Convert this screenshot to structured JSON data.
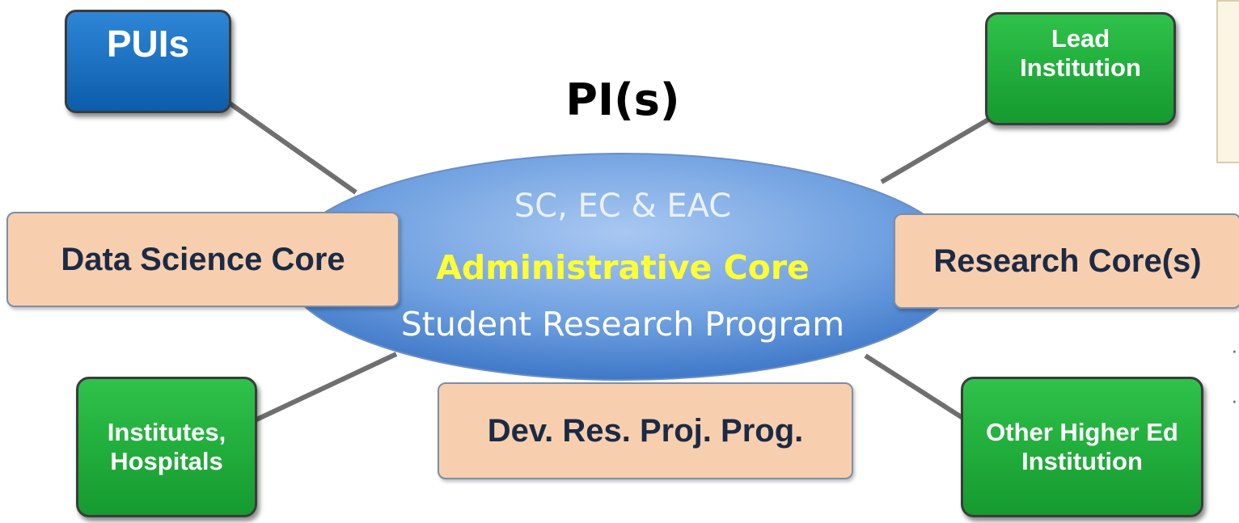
{
  "title": "PI(s)",
  "center": {
    "line1": "SC, EC & EAC",
    "line2": "Administrative Core",
    "line3": "Student Research Program"
  },
  "nodes": {
    "puis": "PUIs",
    "lead_institution_line1": "Lead",
    "lead_institution_line2": "Institution",
    "data_science_core": "Data Science Core",
    "research_cores": "Research Core(s)",
    "institutes_line1": "Institutes,",
    "institutes_line2": "Hospitals",
    "dev_program": "Dev. Res. Proj. Prog.",
    "other_higher_ed_line1": "Other Higher Ed",
    "other_higher_ed_line2": "Institution"
  },
  "colors": {
    "blue_box": "#0c5dab",
    "green_box": "#159a2f",
    "peach_box": "#f8cfae",
    "ellipse": "#6fa0e0",
    "highlight_text": "#ffff33",
    "connector": "#6f6f6f"
  }
}
